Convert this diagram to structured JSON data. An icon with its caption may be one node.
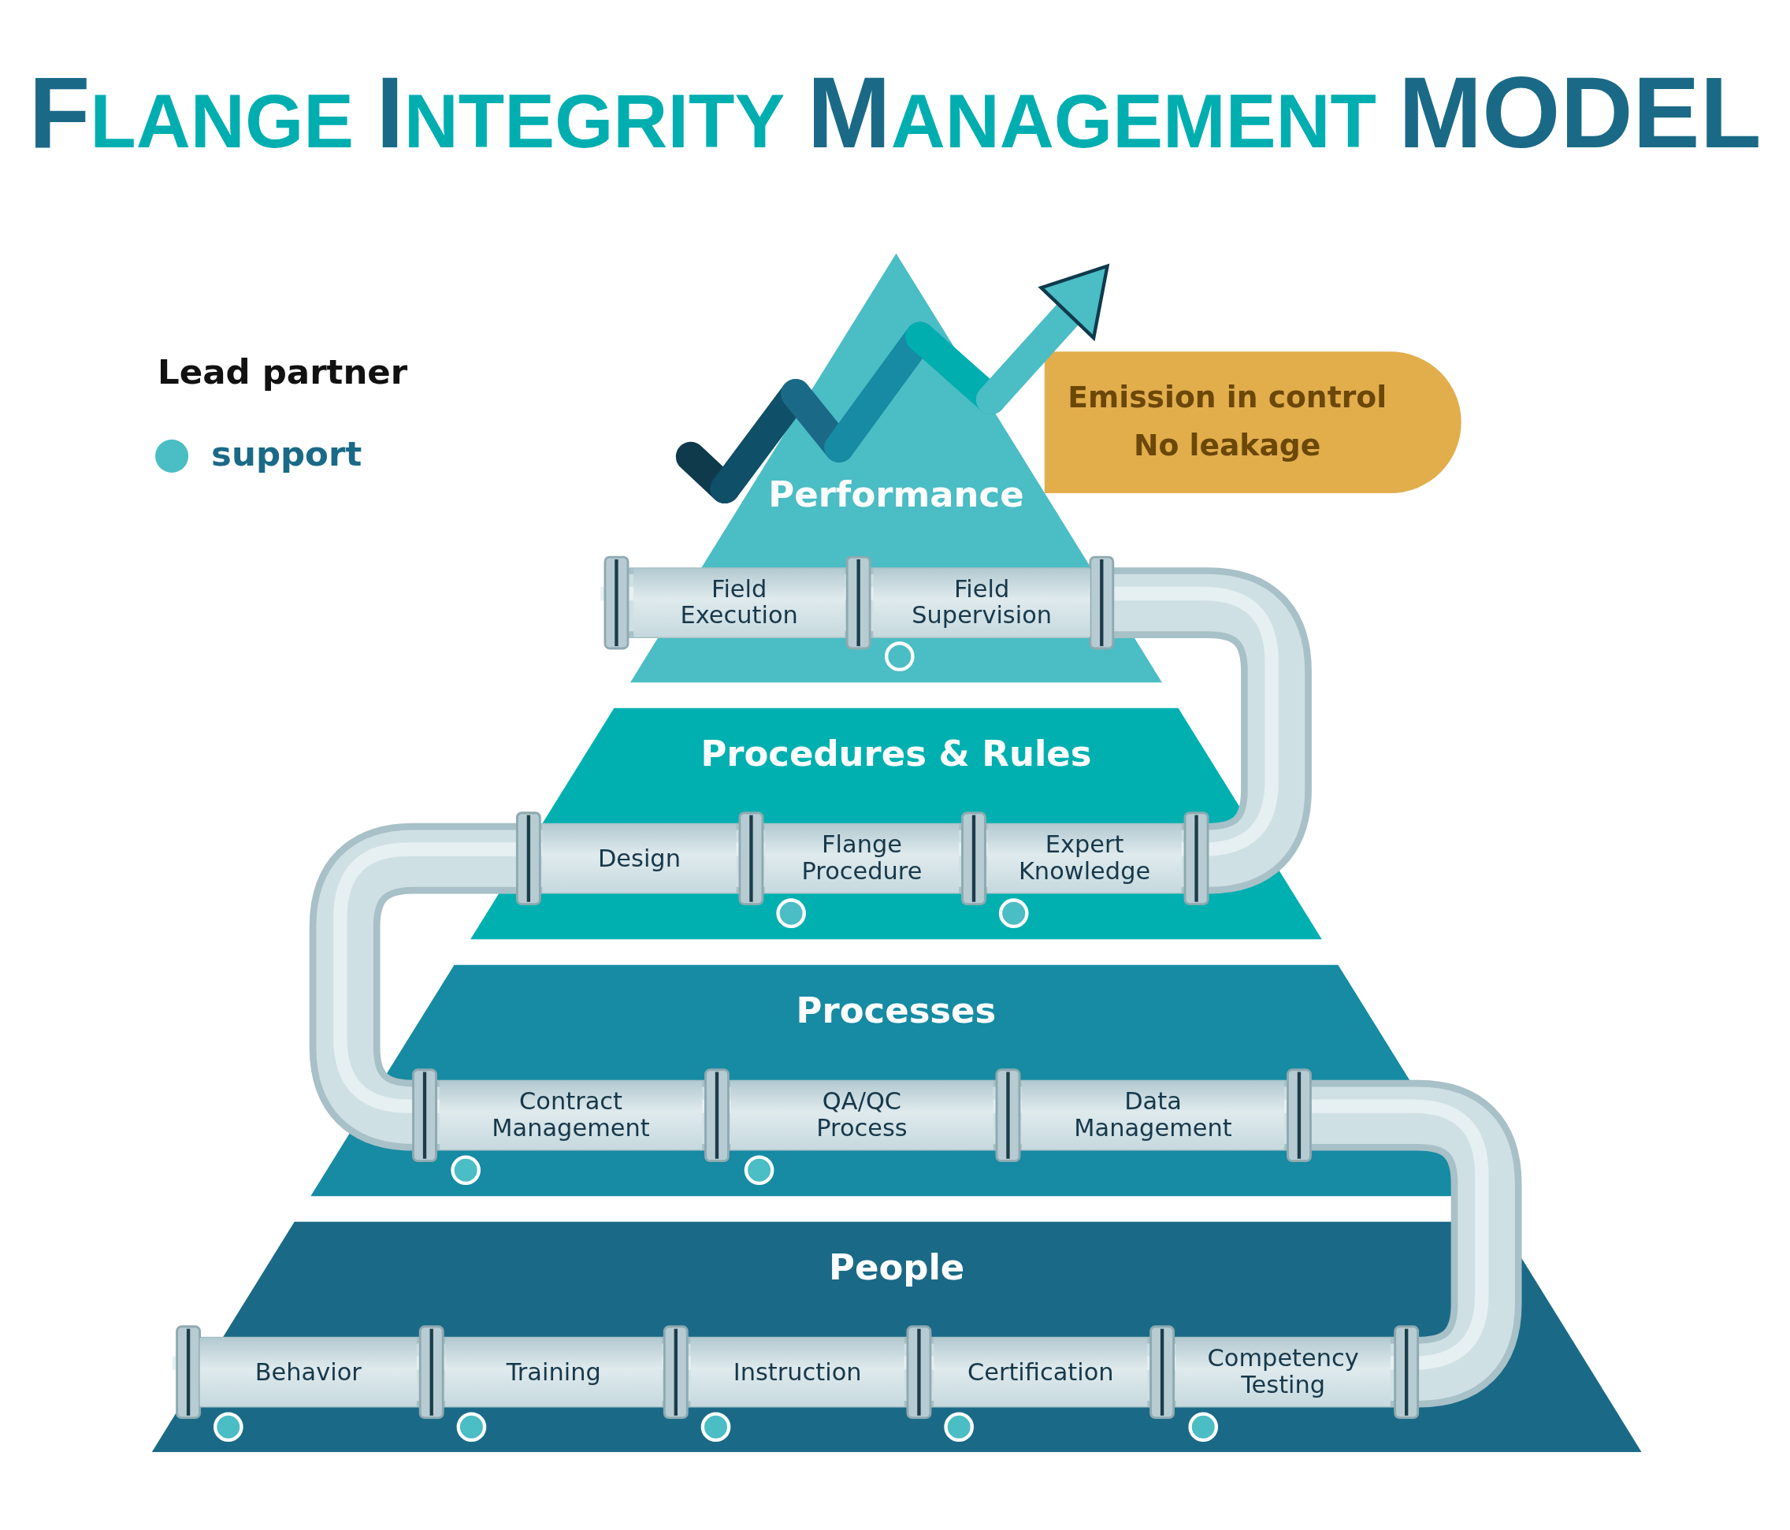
{
  "diagram": {
    "title": "FLANGE INTEGRITY MANAGEMENT MODEL",
    "nodes": [
      {
        "text": [
          "Performance"
        ]
      },
      {
        "text": [
          "Emission in control",
          "No leakage"
        ]
      },
      {
        "text": [
          "Field Execution"
        ],
        "in": 0
      },
      {
        "text": [
          "Field Supervision"
        ],
        "in": 0
      },
      {
        "text": [],
        "shape": "circle",
        "in": 0
      },
      {
        "text": [
          "Procedures & Rules"
        ]
      },
      {
        "text": [
          "Design"
        ],
        "in": 5
      },
      {
        "text": [
          "Flange Procedure"
        ],
        "in": 5
      },
      {
        "text": [
          "Expert Knowledge"
        ],
        "in": 5
      },
      {
        "text": [],
        "shape": "circle",
        "in": 5
      },
      {
        "text": [],
        "shape": "circle",
        "in": 5
      },
      {
        "text": [
          "Processes"
        ]
      },
      {
        "text": [
          "Contract Management"
        ],
        "in": 11
      },
      {
        "text": [
          "QA/QC Process"
        ],
        "in": 11
      },
      {
        "text": [
          "Data Management"
        ],
        "in": 11
      },
      {
        "text": [],
        "shape": "circle",
        "in": 11
      },
      {
        "text": [],
        "shape": "circle",
        "in": 11
      },
      {
        "text": [
          "People"
        ]
      },
      {
        "text": [
          "Behavior"
        ],
        "in": 17
      },
      {
        "text": [
          "Training"
        ],
        "in": 17
      },
      {
        "text": [
          "Instruction"
        ],
        "in": 17
      },
      {
        "text": [
          "Certification"
        ],
        "in": 17
      },
      {
        "text": [
          "Competency Testing"
        ],
        "in": 17
      },
      {
        "text": [],
        "shape": "circle",
        "in": 17
      },
      {
        "text": [],
        "shape": "circle",
        "in": 17
      },
      {
        "text": [],
        "shape": "circle",
        "in": 17
      },
      {
        "text": [],
        "shape": "circle",
        "in": 17
      },
      {
        "text": [],
        "shape": "circle",
        "in": 17
      }
    ],
    "labels": [
      "Lead partner"
    ],
    "legend": [
      {
        "text": "support",
        "color": "#4bbdc4"
      }
    ]
  }
}
